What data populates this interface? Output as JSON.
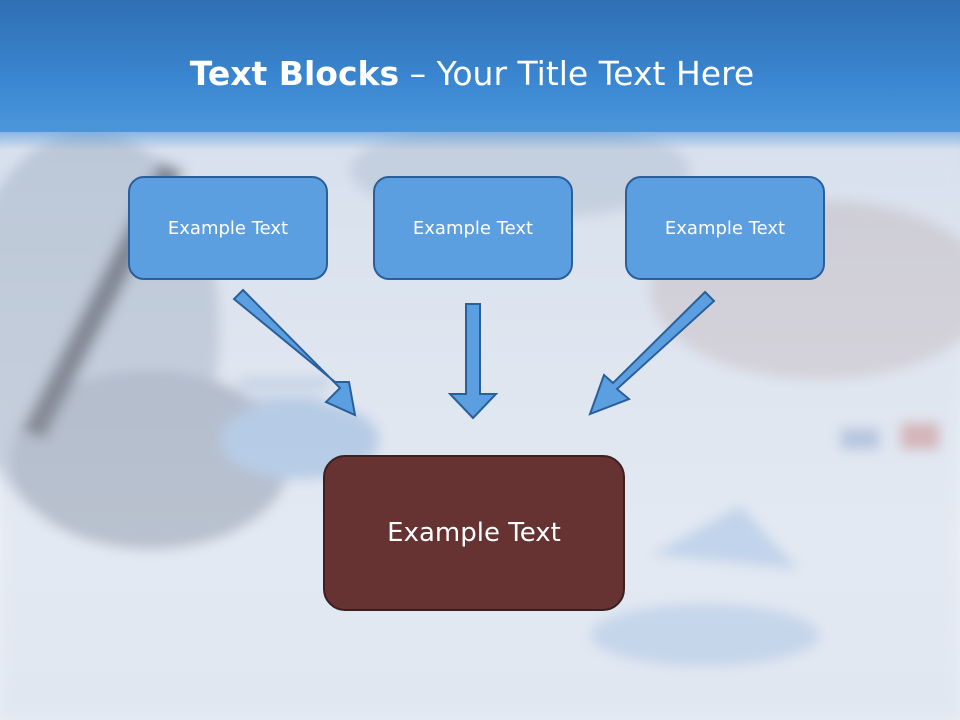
{
  "title": {
    "bold": "Text Blocks",
    "separator": " – ",
    "rest": "Your Title Text Here"
  },
  "blocks": {
    "top_left": "Example Text",
    "top_center": "Example Text",
    "top_right": "Example Text",
    "bottom": "Example Text"
  },
  "colors": {
    "header": "#3a86d0",
    "block_blue": "#5b9fe0",
    "block_border": "#2a5f9a",
    "block_dark": "#673232",
    "arrow_fill": "#5b9fe0"
  }
}
